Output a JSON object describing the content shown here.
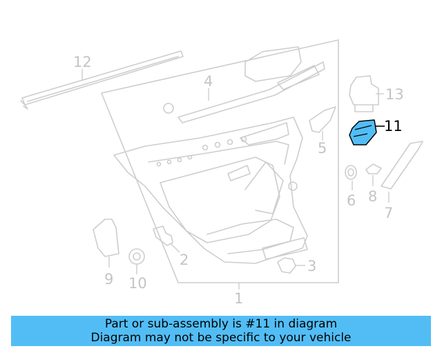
{
  "callouts": {
    "c1": "1",
    "c2": "2",
    "c3": "3",
    "c4": "4",
    "c5": "5",
    "c6": "6",
    "c7": "7",
    "c8": "8",
    "c9": "9",
    "c10": "10",
    "c11": "11",
    "c12": "12",
    "c13": "13"
  },
  "highlighted_part": "11",
  "colors": {
    "highlight": "#52bdf5",
    "outline": "#cdcdcd",
    "banner": "#52bdf5"
  },
  "banner": {
    "line1": "Part or sub-assembly is #11 in diagram",
    "line2": "Diagram may not be specific to your vehicle"
  }
}
